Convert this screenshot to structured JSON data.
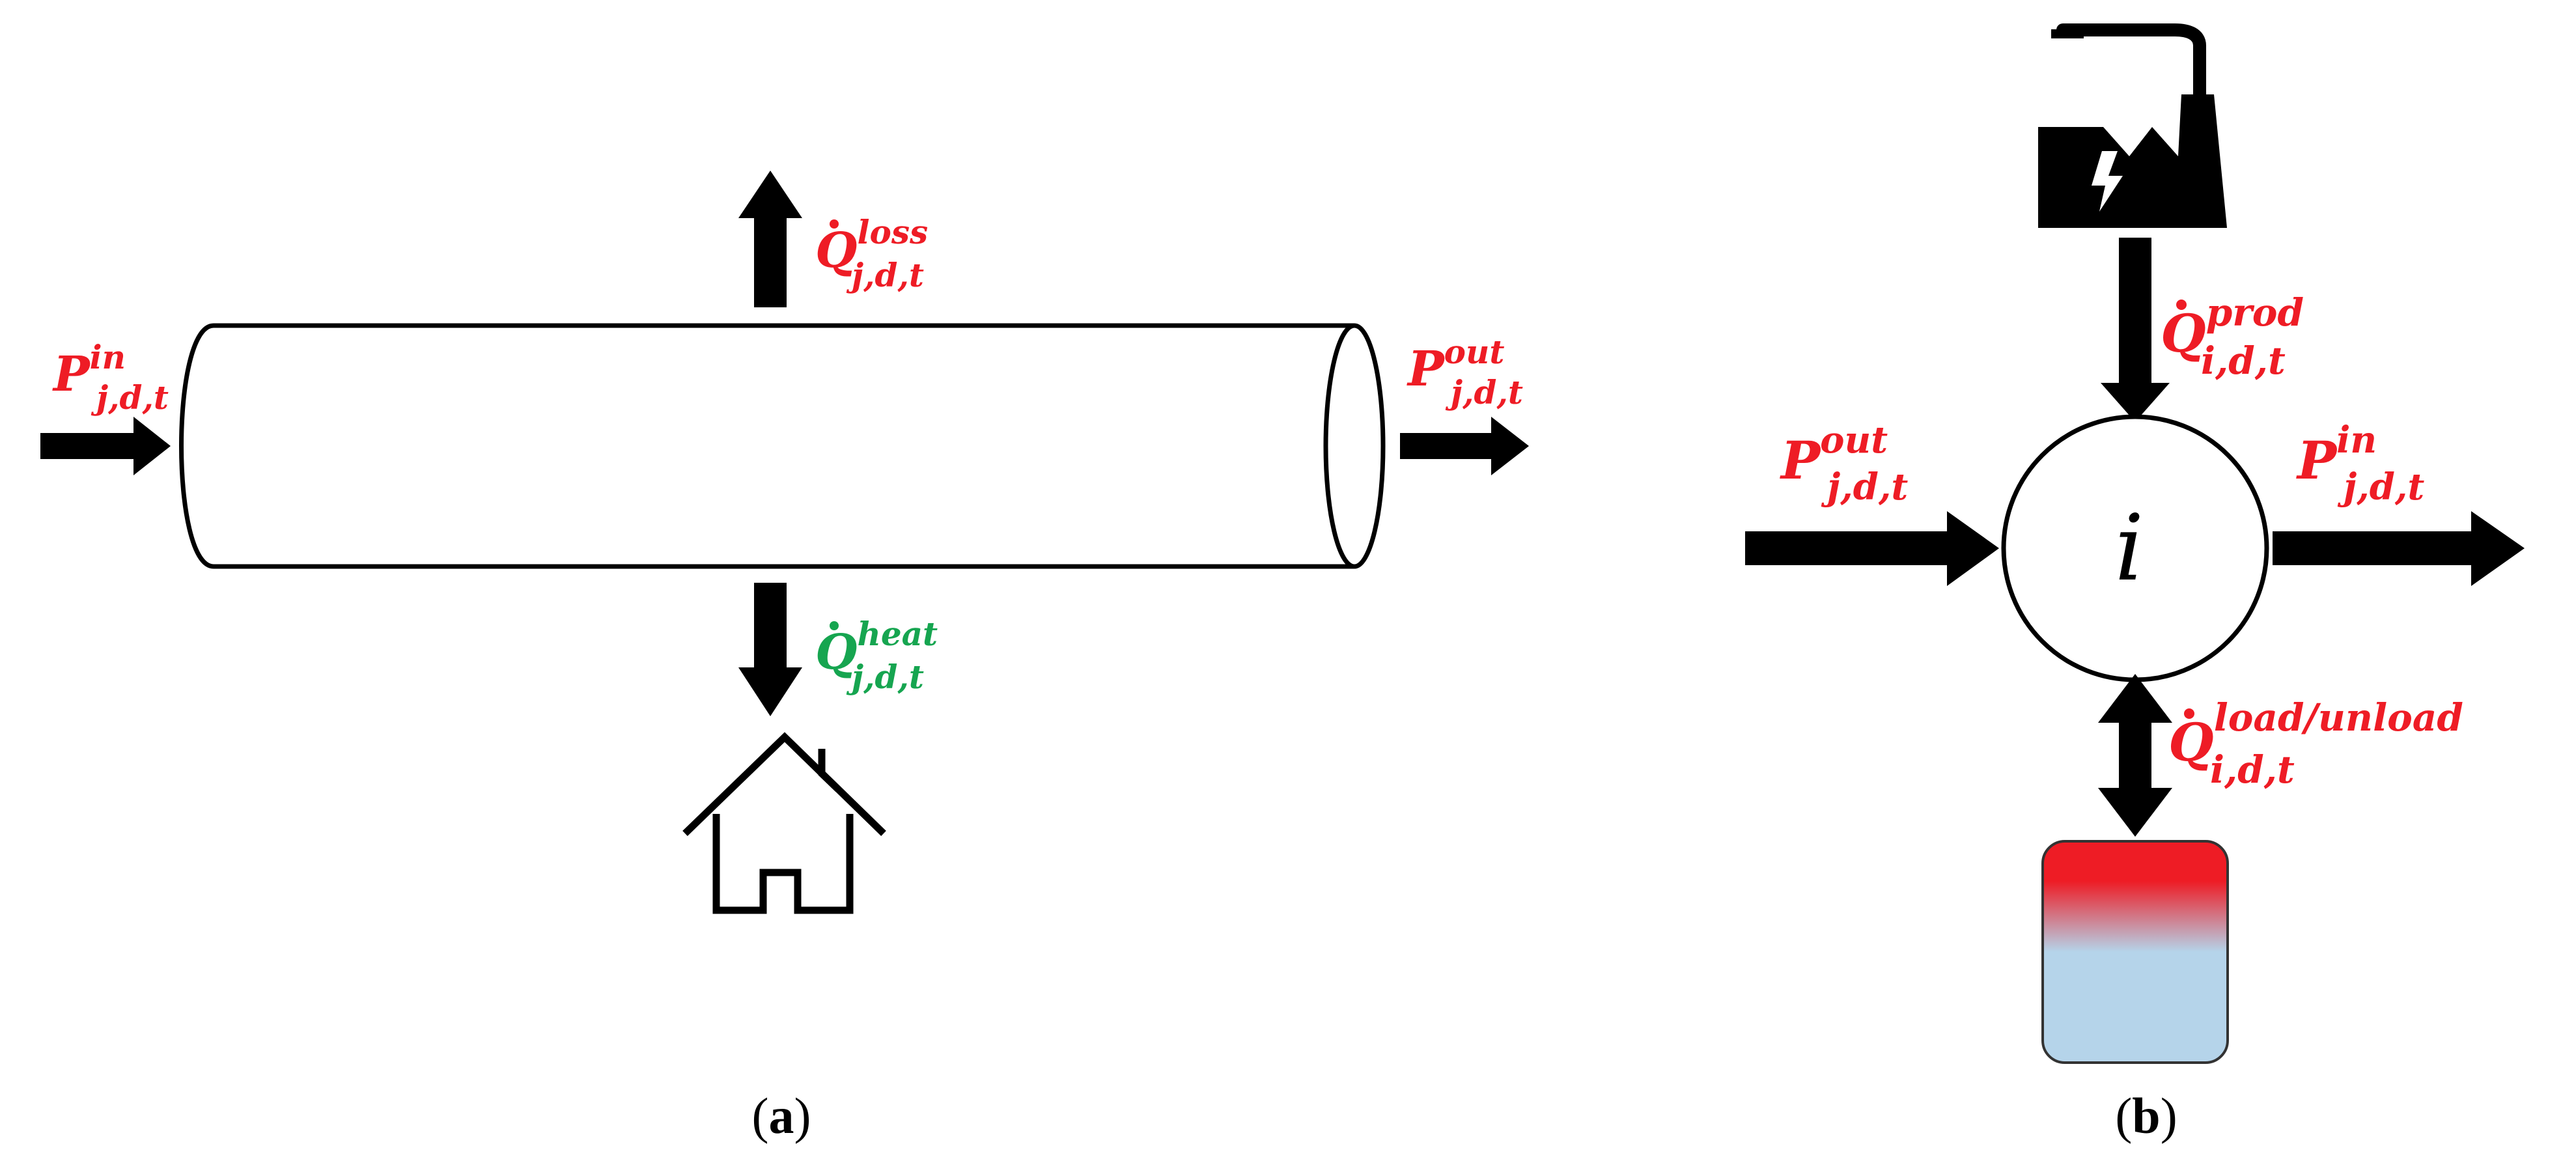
{
  "colors": {
    "red_label": "#ee1c25",
    "green_label": "#16a550",
    "stroke": "#000000",
    "tank_hot": "#ee1c25",
    "tank_cold": "#b5d4ea"
  },
  "icons": {
    "house": "house-icon",
    "power_plant": "power-plant-icon",
    "storage_tank": "storage-tank-icon"
  },
  "panel_a": {
    "caption_open": "(",
    "caption_letter": "a",
    "caption_close": ")",
    "p_in": {
      "base": "P",
      "sup": "in",
      "sub": "j,d,t"
    },
    "p_out": {
      "base": "P",
      "sup": "out",
      "sub": "j,d,t"
    },
    "q_loss": {
      "base": "Q",
      "sup": "loss",
      "sub": "j,d,t"
    },
    "q_heat": {
      "base": "Q",
      "sup": "heat",
      "sub": "j,d,t"
    }
  },
  "panel_b": {
    "caption_open": "(",
    "caption_letter": "b",
    "caption_close": ")",
    "node_label": "i",
    "p_out": {
      "base": "P",
      "sup": "out",
      "sub": "j,d,t"
    },
    "p_in": {
      "base": "P",
      "sup": "in",
      "sub": "j,d,t"
    },
    "q_prod": {
      "base": "Q",
      "sup": "prod",
      "sub": "i,d,t"
    },
    "q_load": {
      "base": "Q",
      "sup": "load/unload",
      "sub": "i,d,t"
    }
  }
}
